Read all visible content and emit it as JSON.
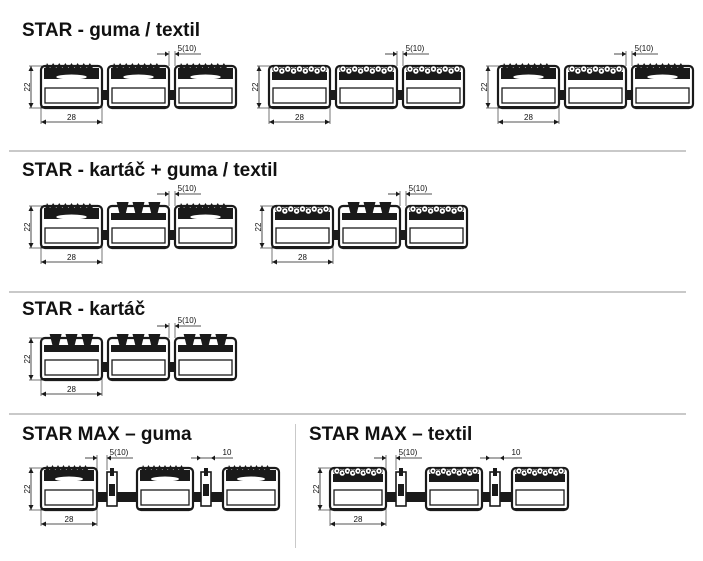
{
  "sections": [
    {
      "id": "guma-textil",
      "title": "STAR - guma / textil",
      "profiles": [
        {
          "inserts": [
            "rubber",
            "rubber",
            "rubber"
          ],
          "dim_height": "22",
          "dim_width": "28",
          "dim_gap": "5(10)"
        },
        {
          "inserts": [
            "textile",
            "textile",
            "textile"
          ],
          "dim_height": "22",
          "dim_width": "28",
          "dim_gap": "5(10)"
        },
        {
          "inserts": [
            "rubber",
            "textile",
            "rubber"
          ],
          "dim_height": "22",
          "dim_width": "28",
          "dim_gap": "5(10)"
        }
      ]
    },
    {
      "id": "kartac-guma-textil",
      "title": "STAR - kartáč + guma / textil",
      "profiles": [
        {
          "inserts": [
            "rubber",
            "brush",
            "rubber"
          ],
          "dim_height": "22",
          "dim_width": "28",
          "dim_gap": "5(10)"
        },
        {
          "inserts": [
            "textile",
            "brush",
            "textile"
          ],
          "dim_height": "22",
          "dim_width": "28",
          "dim_gap": "5(10)"
        }
      ]
    },
    {
      "id": "kartac",
      "title": "STAR - kartáč",
      "profiles": [
        {
          "inserts": [
            "brush",
            "brush",
            "brush"
          ],
          "dim_height": "22",
          "dim_width": "28",
          "dim_gap": "5(10)"
        }
      ]
    },
    {
      "id": "max-guma",
      "title": "STAR MAX – guma",
      "profiles": [
        {
          "inserts": [
            "rubber",
            "rubber",
            "rubber"
          ],
          "dim_height": "22",
          "dim_width": "28",
          "dim_gap": "5(10)",
          "dim_gap2": "10"
        }
      ]
    },
    {
      "id": "max-textil",
      "title": "STAR MAX – textil",
      "profiles": [
        {
          "inserts": [
            "textile",
            "textile",
            "textile"
          ],
          "dim_height": "22",
          "dim_width": "28",
          "dim_gap": "5(10)",
          "dim_gap2": "10"
        }
      ]
    }
  ],
  "colors": {
    "profile": "#1a1a1a",
    "divider": "#c9c9c9",
    "background": "#ffffff"
  }
}
